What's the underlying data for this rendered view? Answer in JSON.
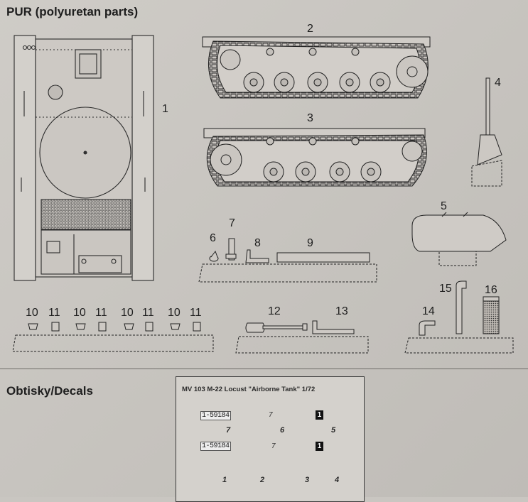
{
  "sections": {
    "pur_heading": "PUR (polyuretan parts)",
    "decals_heading": "Obtisky/Decals"
  },
  "part_numbers": {
    "p1": "1",
    "p2": "2",
    "p3": "3",
    "p4": "4",
    "p5": "5",
    "p6": "6",
    "p7": "7",
    "p8": "8",
    "p9": "9",
    "p10a": "10",
    "p11a": "11",
    "p10b": "10",
    "p11b": "11",
    "p10c": "10",
    "p11c": "11",
    "p10d": "10",
    "p11d": "11",
    "p12": "12",
    "p13": "13",
    "p14": "14",
    "p15": "15",
    "p16": "16"
  },
  "decal_sheet": {
    "title": "MV 103 M-22 Locust \"Airborne Tank\" 1/72",
    "serial_1": "1-59184",
    "serial_2": "1-59184",
    "mark_7a": "7",
    "mark_7b": "7",
    "block_1a": "1",
    "block_1b": "1",
    "num_7": "7",
    "num_6": "6",
    "num_5": "5",
    "num_1": "1",
    "num_2": "2",
    "num_3": "3",
    "num_4": "4"
  }
}
